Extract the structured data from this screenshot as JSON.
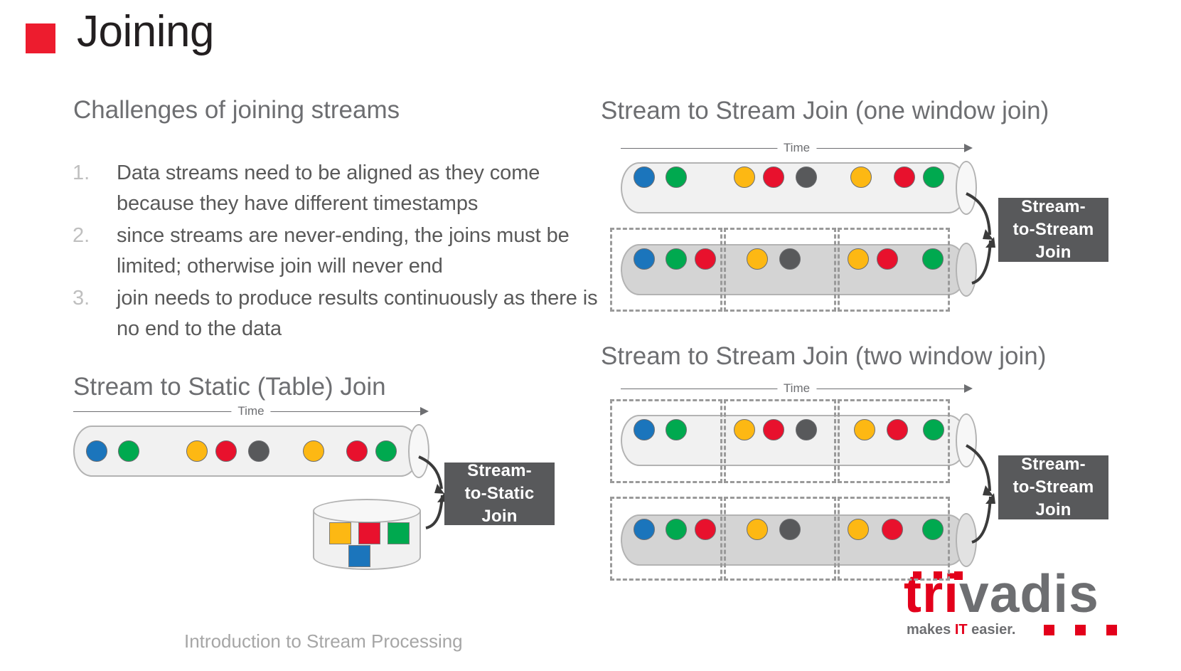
{
  "slide": {
    "title": "Joining",
    "accent_color": "#ED1C2E",
    "footer": "Introduction to Stream Processing"
  },
  "challenges": {
    "heading": "Challenges of joining streams",
    "items": [
      {
        "num": "1.",
        "text": "Data streams need to be aligned as they come because they have different timestamps"
      },
      {
        "num": "2.",
        "text": "since streams are never-ending, the joins must be limited; otherwise join will never end"
      },
      {
        "num": "3.",
        "text": "join needs to produce results continuously as there is no end to the data"
      }
    ]
  },
  "diagrams": {
    "stream_to_static": {
      "heading": "Stream to Static (Table) Join",
      "time_label": "Time",
      "stream_dots": [
        "blue",
        "green",
        "yellow",
        "red",
        "gray",
        "yellow",
        "red",
        "green"
      ],
      "table_squares_row1": [
        "yellow",
        "red",
        "green"
      ],
      "table_squares_row2": [
        "blue"
      ],
      "result_box": [
        "Stream-",
        "to-Static",
        "Join"
      ]
    },
    "one_window_join": {
      "heading": "Stream to Stream Join (one window join)",
      "time_label": "Time",
      "top_stream_dots": [
        "blue",
        "green",
        "yellow",
        "red",
        "gray",
        "yellow",
        "red",
        "green"
      ],
      "bottom_stream_dots": [
        "blue",
        "green",
        "red",
        "yellow",
        "gray",
        "yellow",
        "red",
        "green"
      ],
      "window_count_top": 0,
      "window_count_bottom": 3,
      "result_box": [
        "Stream-",
        "to-Stream",
        "Join"
      ]
    },
    "two_window_join": {
      "heading": "Stream to Stream Join (two window join)",
      "time_label": "Time",
      "top_stream_dots": [
        "blue",
        "green",
        "yellow",
        "red",
        "gray",
        "yellow",
        "red",
        "green"
      ],
      "bottom_stream_dots": [
        "blue",
        "green",
        "red",
        "yellow",
        "gray",
        "yellow",
        "red",
        "green"
      ],
      "window_count_top": 3,
      "window_count_bottom": 3,
      "result_box": [
        "Stream-",
        "to-Stream",
        "Join"
      ]
    }
  },
  "palette": {
    "blue": "#1B75BC",
    "green": "#00A94F",
    "yellow": "#FDB813",
    "red": "#E8112D",
    "gray": "#58595B",
    "pipe_light": "#f1f1f1",
    "pipe_dark": "#d4d4d4",
    "box_dark": "#58595B"
  },
  "logo": {
    "brand_red": "tri",
    "brand_gray": "vadis",
    "tagline_prefix": "makes ",
    "tagline_it": "IT",
    "tagline_suffix": " easier."
  }
}
